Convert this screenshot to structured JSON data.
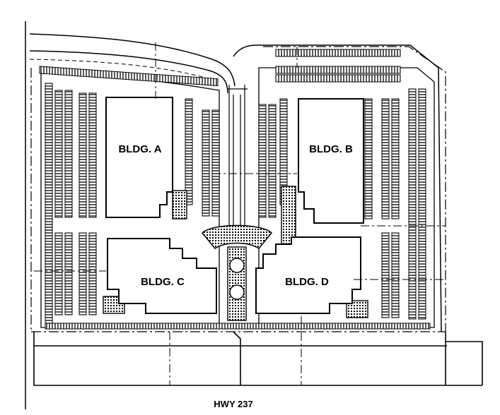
{
  "map": {
    "buildings": [
      {
        "id": "a",
        "label": "BLDG. A"
      },
      {
        "id": "b",
        "label": "BLDG. B"
      },
      {
        "id": "c",
        "label": "BLDG. C"
      },
      {
        "id": "d",
        "label": "BLDG. D"
      }
    ],
    "highway_label": "HWY 237",
    "colors": {
      "ink": "#000000",
      "paper": "#ffffff"
    }
  }
}
